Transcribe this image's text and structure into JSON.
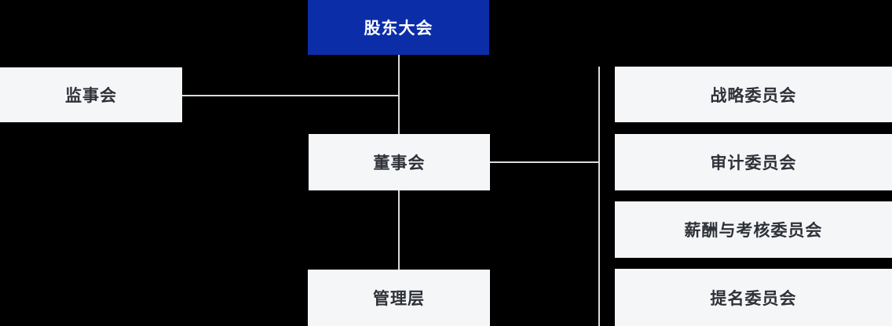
{
  "colors": {
    "background": "#000000",
    "root_box_bg": "#0c2da8",
    "root_box_text": "#ffffff",
    "node_bg": "#f5f6f7",
    "node_text": "#2e3138",
    "connector": "#dcdcdc"
  },
  "org": {
    "root": {
      "label": "股东大会"
    },
    "supervisory_board": {
      "label": "监事会"
    },
    "board": {
      "label": "董事会"
    },
    "management": {
      "label": "管理层"
    },
    "committees": [
      {
        "label": "战略委员会"
      },
      {
        "label": "审计委员会"
      },
      {
        "label": "薪酬与考核委员会"
      },
      {
        "label": "提名委员会"
      }
    ],
    "relations": [
      "股东大会 → 董事会",
      "股东大会 ↔ 监事会",
      "董事会 → 管理层",
      "董事会 → 战略委员会",
      "董事会 → 审计委员会",
      "董事会 → 薪酬与考核委员会",
      "董事会 → 提名委员会"
    ]
  }
}
